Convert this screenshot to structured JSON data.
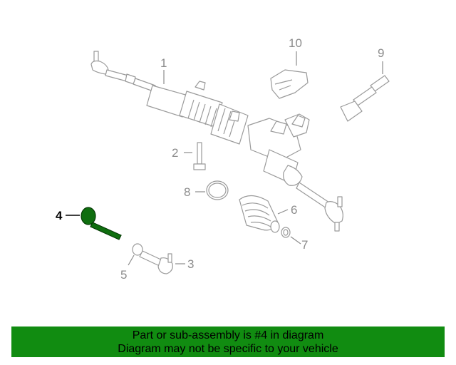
{
  "diagram": {
    "callouts": [
      {
        "id": "1",
        "label": "1"
      },
      {
        "id": "2",
        "label": "2"
      },
      {
        "id": "3",
        "label": "3"
      },
      {
        "id": "4",
        "label": "4",
        "highlighted": true
      },
      {
        "id": "5",
        "label": "5"
      },
      {
        "id": "6",
        "label": "6"
      },
      {
        "id": "7",
        "label": "7"
      },
      {
        "id": "8",
        "label": "8"
      },
      {
        "id": "9",
        "label": "9"
      },
      {
        "id": "10",
        "label": "10"
      }
    ],
    "colors": {
      "line": "#9a9a9a",
      "highlight": "#0f6e0f",
      "banner": "#118c11"
    }
  },
  "banner": {
    "line1": "Part or sub-assembly is #4 in diagram",
    "line2": "Diagram may not be specific to your vehicle"
  }
}
